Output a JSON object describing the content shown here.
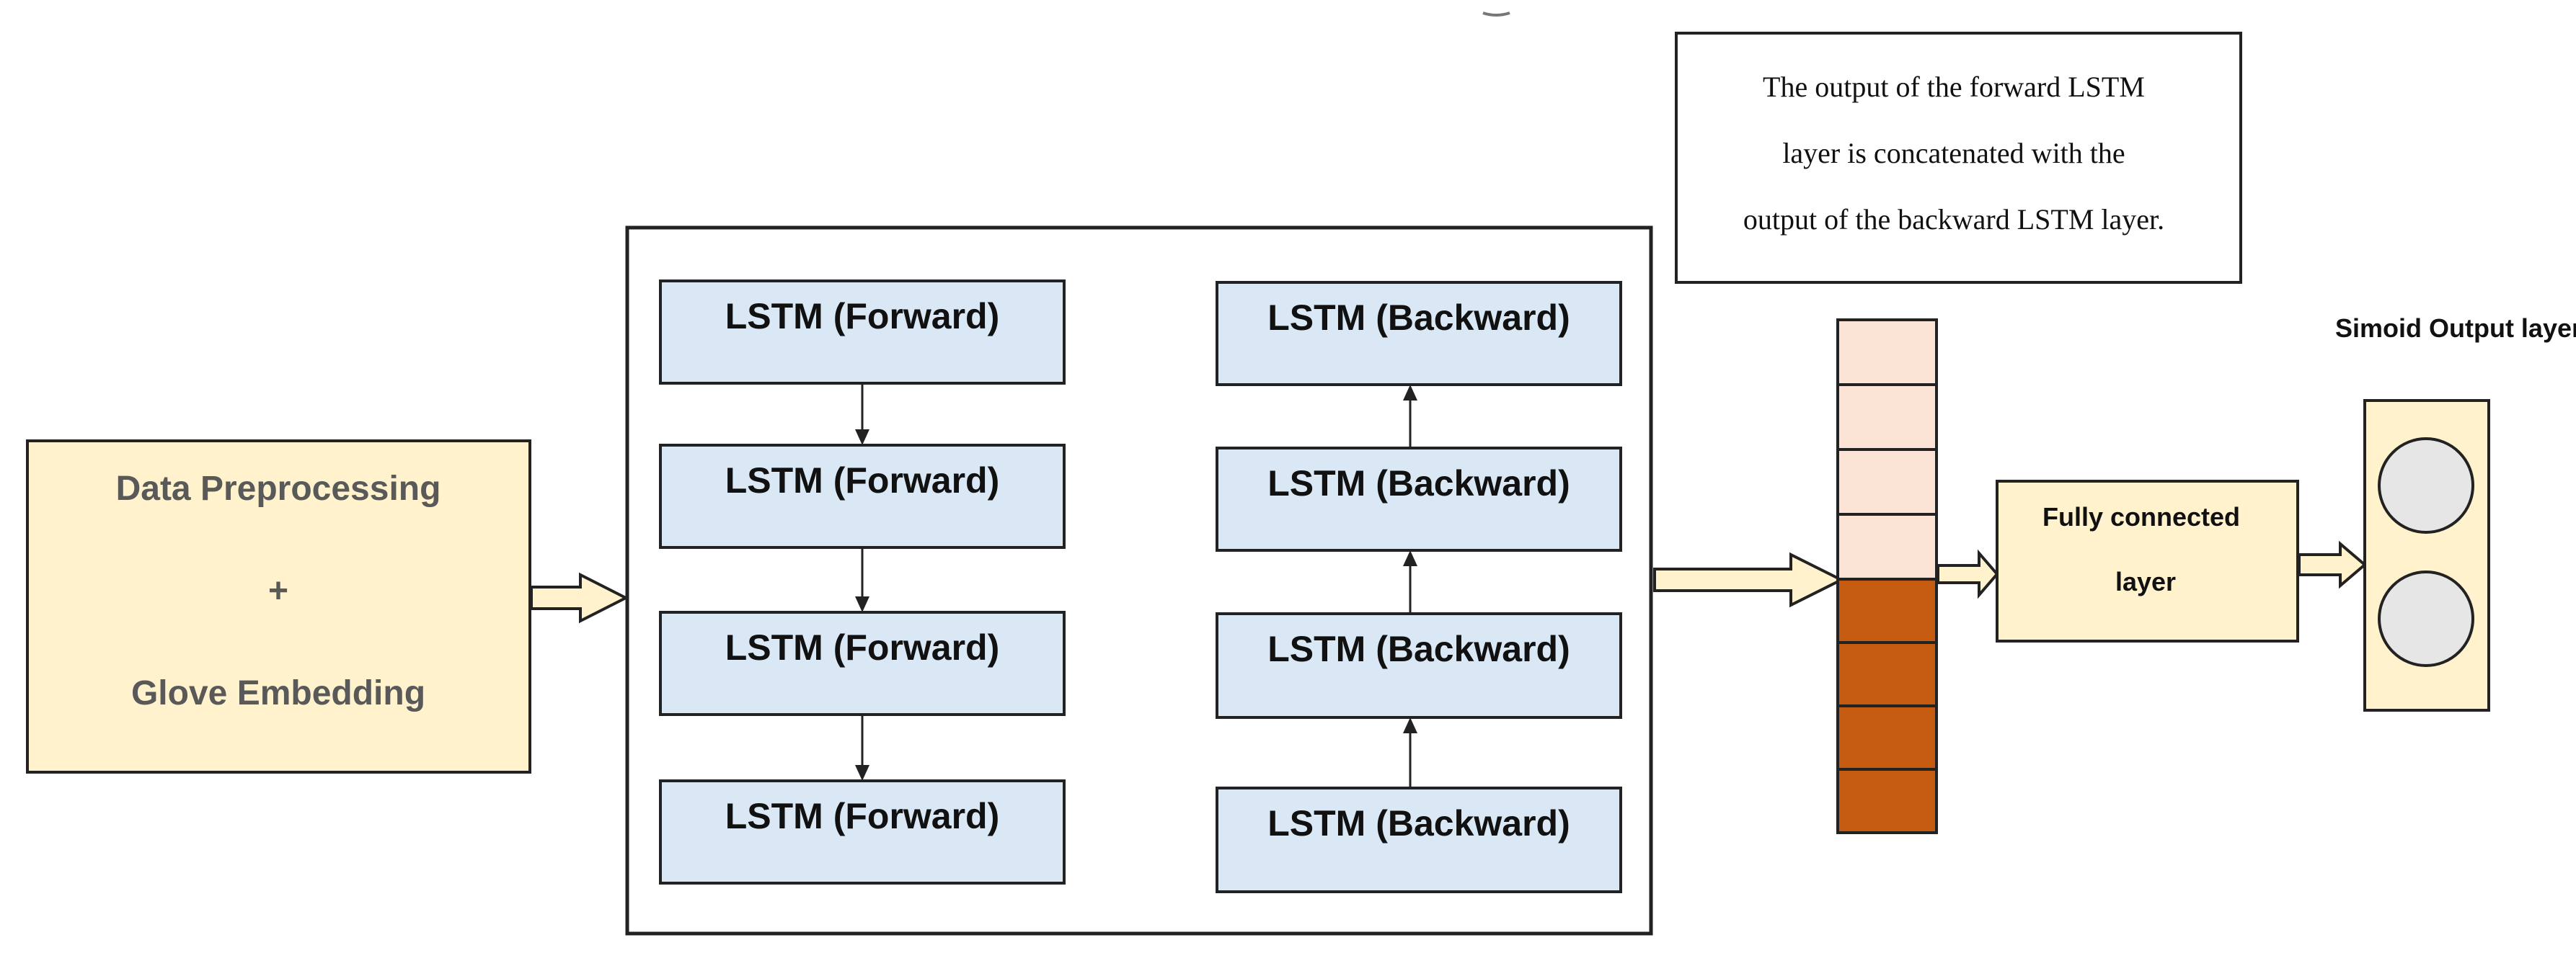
{
  "preprocessing": {
    "line1": "Data Preprocessing",
    "line2": "+",
    "line3": "Glove Embedding"
  },
  "forward_lstm": [
    {
      "label": "LSTM (Forward)"
    },
    {
      "label": "LSTM (Forward)"
    },
    {
      "label": "LSTM (Forward)"
    },
    {
      "label": "LSTM (Forward)"
    }
  ],
  "backward_lstm": [
    {
      "label": "LSTM (Backward)"
    },
    {
      "label": "LSTM (Backward)"
    },
    {
      "label": "LSTM (Backward)"
    },
    {
      "label": "LSTM (Backward)"
    }
  ],
  "note": {
    "line1": "The output of the forward LSTM",
    "line2": "layer is concatenated with the",
    "line3": "output of the backward LSTM layer."
  },
  "fully_connected": {
    "line1": "Fully connected",
    "line2": "layer"
  },
  "output_layer": {
    "title": "Simoid Output layer"
  },
  "colors": {
    "cream": "#fff2cc",
    "lstm_fill": "#dae8f5",
    "vector_light": "#fbe4d5",
    "vector_dark": "#c55a11",
    "node_fill": "#e7e6e6",
    "preprocess_text": "#595959"
  }
}
